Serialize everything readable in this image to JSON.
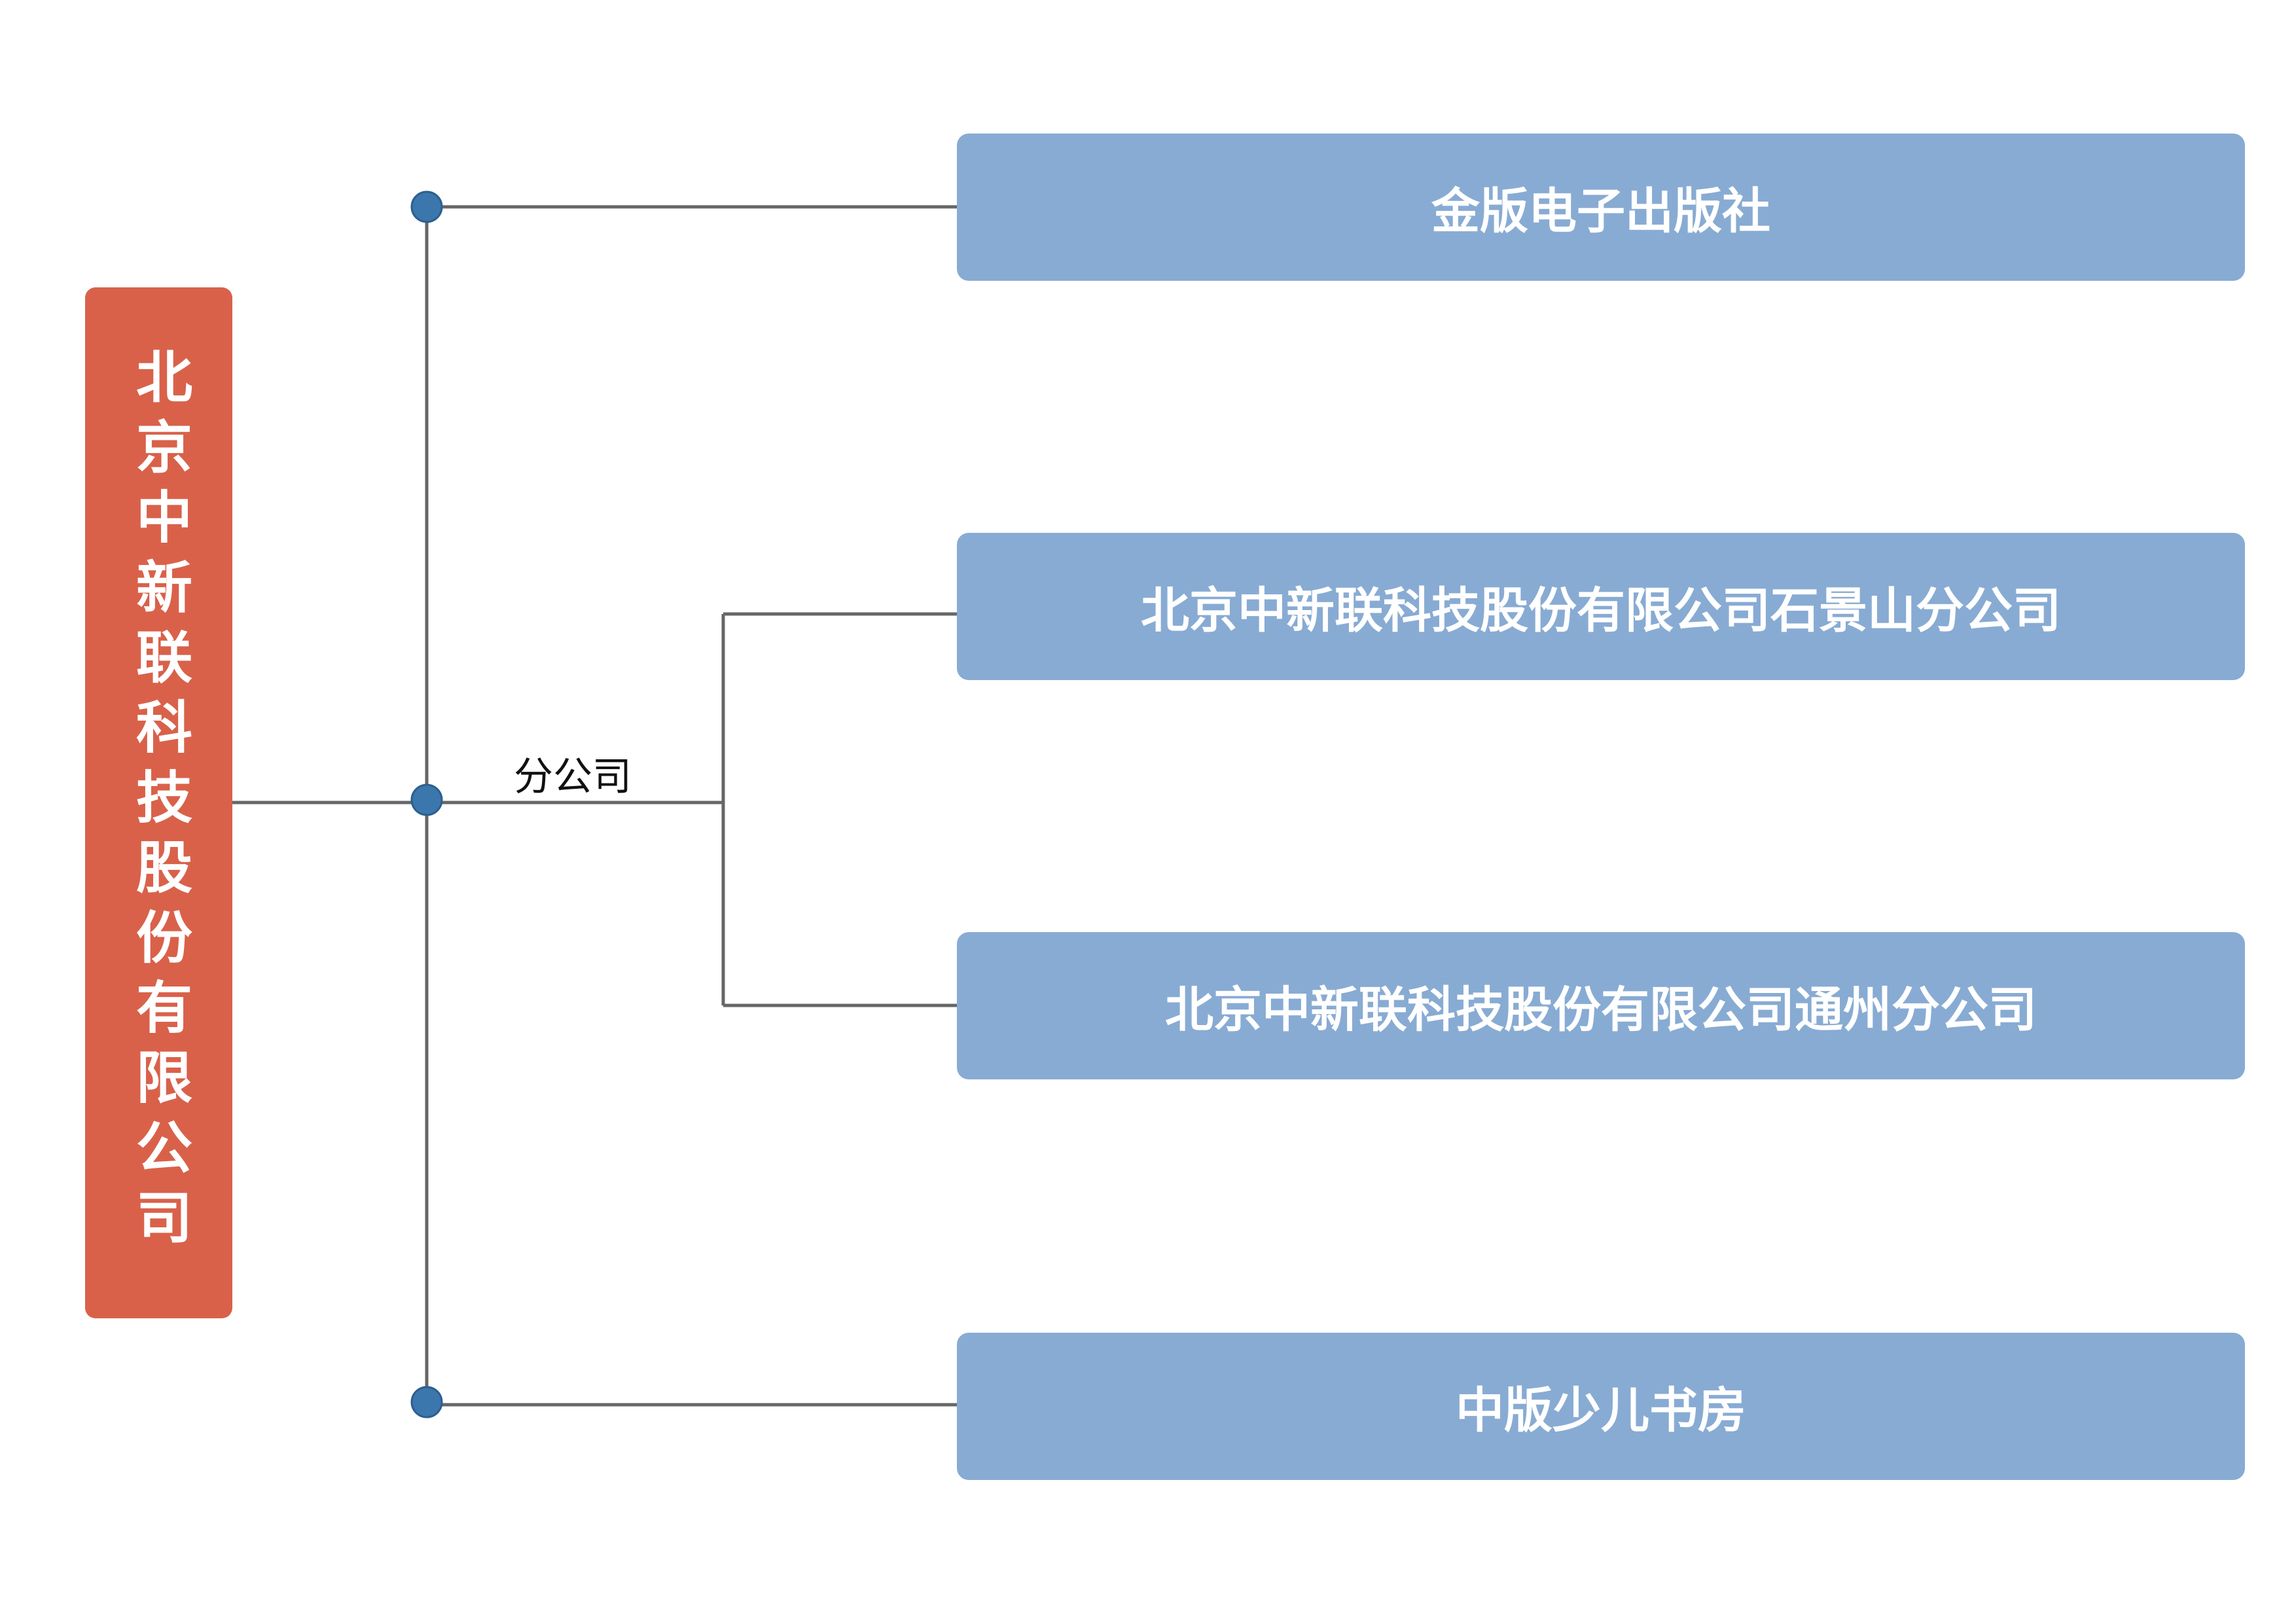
{
  "colors": {
    "root_fill": "#d9614a",
    "child_fill": "#88abd3",
    "connector": "#666666",
    "junction_dot": "#3b76ad",
    "junction_dot_stroke": "#2d5f8e"
  },
  "root": {
    "label": "北京中新联科技股份有限公司"
  },
  "branch_label": "分公司",
  "children": [
    {
      "label": "金版电子出版社"
    },
    {
      "label": "北京中新联科技股份有限公司石景山分公司"
    },
    {
      "label": "北京中新联科技股份有限公司通州分公司"
    },
    {
      "label": "中版少儿书房"
    }
  ]
}
